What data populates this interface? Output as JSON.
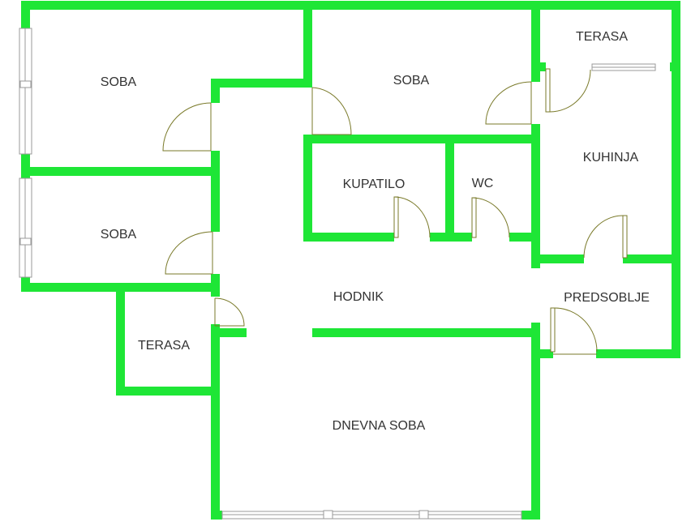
{
  "colors": {
    "wall": "#1ee636",
    "door": "#7a7a2a",
    "window": "#9a9a9a",
    "label": "#333333",
    "background": "#ffffff"
  },
  "rooms": {
    "soba_top_left": "SOBA",
    "soba_top_mid": "SOBA",
    "terasa_top_right": "TERASA",
    "kuhinja": "KUHINJA",
    "kupatilo": "KUPATILO",
    "wc": "WC",
    "soba_left": "SOBA",
    "hodnik": "HODNIK",
    "predsoblje": "PREDSOBLJE",
    "terasa_bottom_left": "TERASA",
    "dnevna_soba": "DNEVNA SOBA"
  }
}
